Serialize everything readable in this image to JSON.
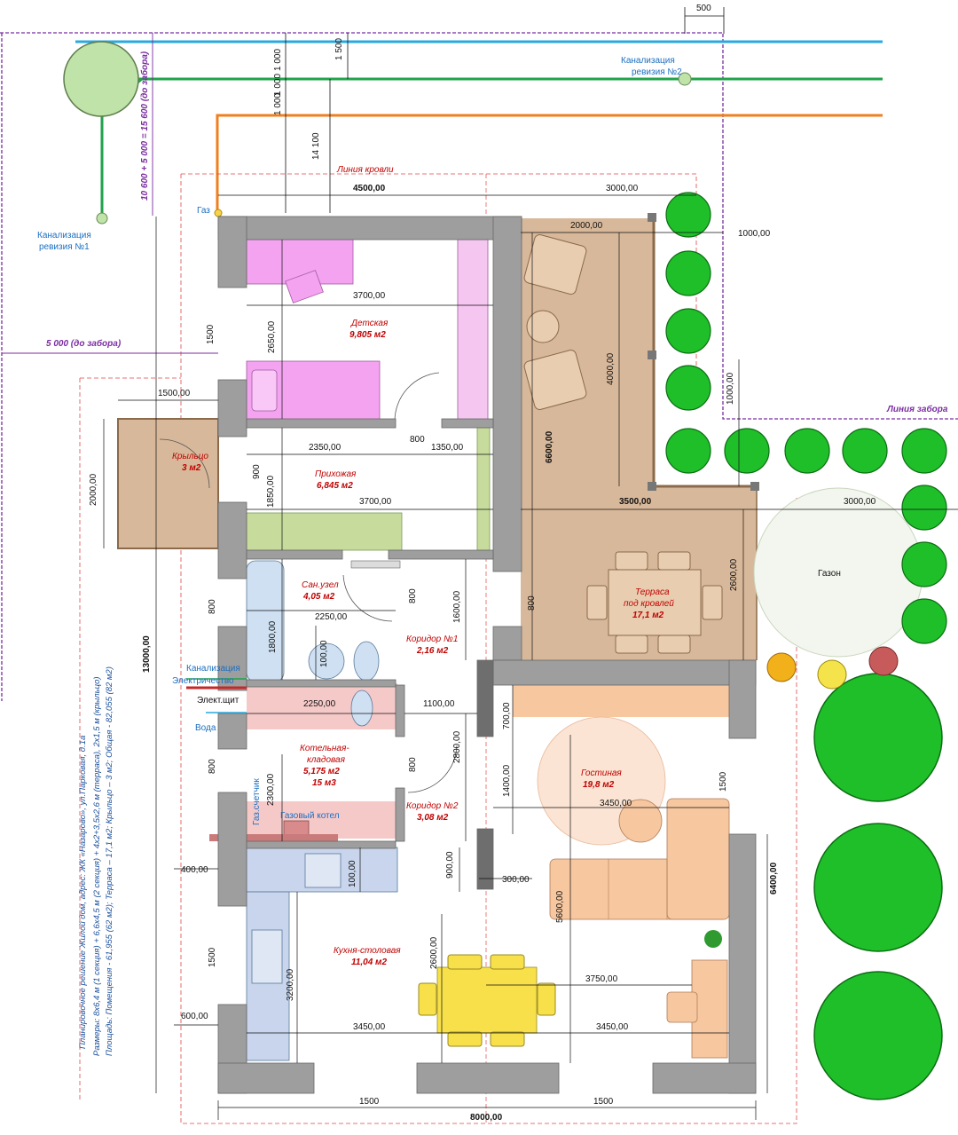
{
  "dimensions": {
    "top_500": "500",
    "d1500": "1 500",
    "d1000a": "1 000",
    "d1000b": "1 000",
    "d1000c": "1 000",
    "d14100": "14 100",
    "total_n": "10 600 + 5 000 = 15 600 (до забора)",
    "to_fence_w": "5 000 (до забора)",
    "roof_w1": "4500,00",
    "roof_w2": "3000,00",
    "t2000": "2000,00",
    "t1000": "1000,00",
    "d3700a": "3700,00",
    "d2650": "2650,00",
    "d1500w": "1500",
    "d4000": "4000,00",
    "d1000v": "1000,00",
    "d1500p": "1500,00",
    "d2350": "2350,00",
    "d800a": "800",
    "d1350": "1350,00",
    "d6600": "6600,00",
    "d900": "900",
    "d1850": "1850,00",
    "d3700b": "3700,00",
    "d2000p": "2000,00",
    "d3500": "3500,00",
    "d3000t": "3000,00",
    "d2600a": "2600,00",
    "d800b": "800",
    "d800c": "800",
    "d800d": "800",
    "d1600": "1600,00",
    "d13000": "13000,00",
    "d2250a": "2250,00",
    "d1800": "1800,00",
    "d100a": "100,00",
    "d2250b": "2250,00",
    "d1100": "1100,00",
    "d700": "700,00",
    "d2800": "2800,00",
    "d800e": "800",
    "d1400": "1400,00",
    "d2300": "2300,00",
    "d800f": "800",
    "d1500lr": "1500",
    "d3450a": "3450,00",
    "d400": "400,00",
    "d100b": "100,00",
    "d900b": "900,00",
    "d300": "300,00",
    "d5600": "5600,00",
    "d6400": "6400,00",
    "d1500k": "1500",
    "d3200": "3200,00",
    "d2600b": "2600,00",
    "d3750": "3750,00",
    "d600": "600,00",
    "d3450b": "3450,00",
    "d3450c": "3450,00",
    "d1500b1": "1500",
    "d1500b2": "1500",
    "d8000": "8000,00"
  },
  "rooms": {
    "kids_name": "Детская",
    "kids_area": "9,805 м2",
    "porch_name": "Крыльцо",
    "porch_area": "3 м2",
    "hall_name": "Прихожая",
    "hall_area": "6,845 м2",
    "bath_name": "Сан.узел",
    "bath_area": "4,05 м2",
    "corr1_name": "Коридор №1",
    "corr1_area": "2,16 м2",
    "terrace_name1": "Терраса",
    "terrace_name2": "под кровлей",
    "terrace_area": "17,1 м2",
    "boiler_name1": "Котельная-",
    "boiler_name2": "кладовая",
    "boiler_area": "5,175 м2",
    "boiler_vol": "15 м3",
    "corr2_name": "Коридор №2",
    "corr2_area": "3,08 м2",
    "living_name": "Гостиная",
    "living_area": "19,8 м2",
    "kitchen_name": "Кухня-столовая",
    "kitchen_area": "11,04 м2"
  },
  "labels": {
    "sewer1_a": "Канализация",
    "sewer1_b": "ревизия №1",
    "sewer2_a": "Канализация",
    "sewer2_b": "ревизия №2",
    "gas": "Газ",
    "roof_line": "Линия кровли",
    "fence_line": "Линия забора",
    "lawn": "Газон",
    "sewer_in": "Канализация",
    "electricity": "Электричество",
    "panel": "Элект.щит",
    "water": "Вода",
    "gas_meter": "Газ.счетчик",
    "gas_boiler": "Газовый котел"
  },
  "notes": {
    "title": "Планировочное решение Жилой дом, адрес: ЖК «Назарово», ул.Парковая, д.1а",
    "sizes": "Размеры: 8х6,4 м (1 секция) + 6,6х4,5 м (2 секция) + 4х2+3,5х2,6 м (терраса), 2х1,5 м (крыльцо)",
    "areas": "Площадь: Помещения - 61,955 (62 м2); Терраса – 17,1 м2; Крыльцо – 3 м2; Общая - 82,055 (82 м2)"
  },
  "colors": {
    "water_line": "#2aa9e0",
    "sewer_line": "#1fa34a",
    "gas_line": "#f07f1f",
    "fence_line": "#7a2ea0",
    "wall": "#9e9e9e",
    "terrace": "#d8b89a",
    "kids_furniture": "#f4a3f0",
    "hall_green": "#c7dc9c",
    "living_furniture": "#f7c7a0",
    "table_yellow": "#f7e04a",
    "boiler_zone": "#f6c9c9",
    "kitchen_blue": "#c8d5ec",
    "tree_green": "#1fbf2a",
    "room_label": "#c00000"
  }
}
